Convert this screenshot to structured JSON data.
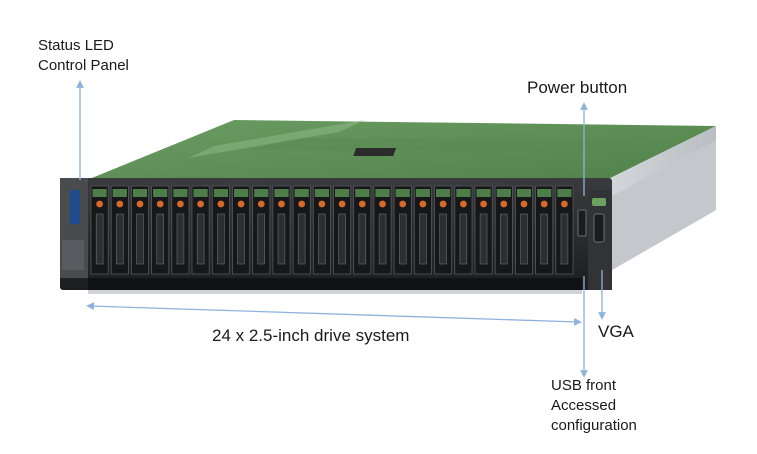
{
  "labels": {
    "status_led_line1": "Status LED",
    "status_led_line2": "Control Panel",
    "power_button": "Power button",
    "drive_system": "24 x 2.5-inch drive system",
    "vga": "VGA",
    "usb_line1": "USB front",
    "usb_line2": "Accessed",
    "usb_line3": "configuration"
  },
  "drive_bays": {
    "count": 24
  },
  "colors": {
    "chassis_top": "#5e8f57",
    "bezel": "#2a2b2d",
    "drive_led": "#d76a2a",
    "callout_line": "#8fb2dc"
  }
}
